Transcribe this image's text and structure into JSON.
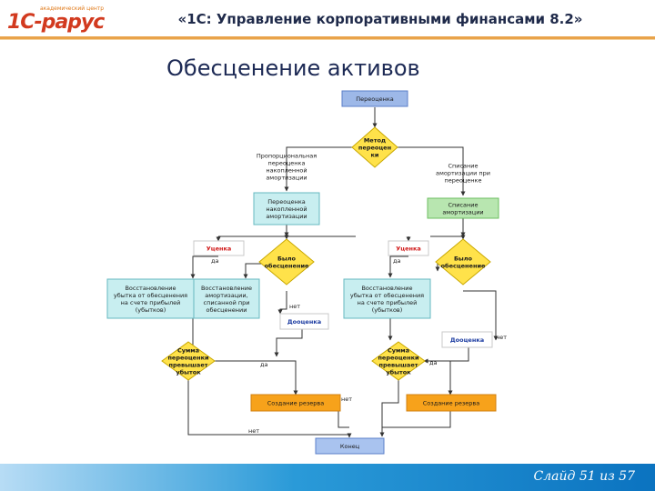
{
  "header": {
    "logo_caption": "академический центр",
    "logo_text": "1С-рарус",
    "title": "«1С: Управление корпоративными финансами 8.2»"
  },
  "heading": "Обесценение активов",
  "footer": {
    "slide_counter": "Слайд 51 из 57"
  },
  "flowchart": {
    "nodes": {
      "revaluation": [
        "Переоценка"
      ],
      "method": [
        "Метод",
        "переоцен",
        "ки"
      ],
      "note_proportional": [
        "Пропорциональная",
        "переоценка",
        "накопленной",
        "амортизации"
      ],
      "note_writeoff": [
        "Списание",
        "амортизации при",
        "переоценке"
      ],
      "reval_accum": [
        "Переоценка",
        "накопленной",
        "амортизации"
      ],
      "writeoff_amort": [
        "Списание",
        "амортизации"
      ],
      "markdown_left": [
        "Уценка"
      ],
      "markdown_right": [
        "Уценка"
      ],
      "was_impairment_left": [
        "Было",
        "обесценение"
      ],
      "was_impairment_right": [
        "Было",
        "обесценение"
      ],
      "restore_left_1": [
        "Восстановление",
        "убытка от обесценения",
        "на счете прибылей",
        "(убытков)"
      ],
      "restore_left_2": [
        "Восстановление",
        "амортизации,",
        "списанной при",
        "обесценении"
      ],
      "restore_right": [
        "Восстановление",
        "убытка от обесценения",
        "на счете прибылей",
        "(убытков)"
      ],
      "upvalue_left": [
        "Дооценка"
      ],
      "upvalue_right": [
        "Дооценка"
      ],
      "sum_exceeds_left": [
        "Сумма",
        "переоценки",
        "превышает",
        "убыток"
      ],
      "sum_exceeds_right": [
        "Сумма",
        "переоценки",
        "превышает",
        "убыток"
      ],
      "create_reserve_left": [
        "Создание резерва"
      ],
      "create_reserve_right": [
        "Создание резерва"
      ],
      "end": [
        "Конец"
      ]
    },
    "edge_labels": {
      "yes_left_1": "да",
      "no_left_1": "нет",
      "yes_right_1": "да",
      "no_right_1": "нет",
      "yes_left_2": "да",
      "no_left_2": "нет",
      "yes_right_2": "да",
      "no_right_2": "нет"
    }
  },
  "colors": {
    "blue_box": "#9db8e8",
    "teal_box": "#c8eef0",
    "green_box": "#b8e6b0",
    "yellow_diamond": "#ffe24a",
    "orange_box": "#f7a21b",
    "end_box": "#a9c3ef",
    "red_text": "#d01818",
    "blue_text": "#1a3aa0"
  }
}
